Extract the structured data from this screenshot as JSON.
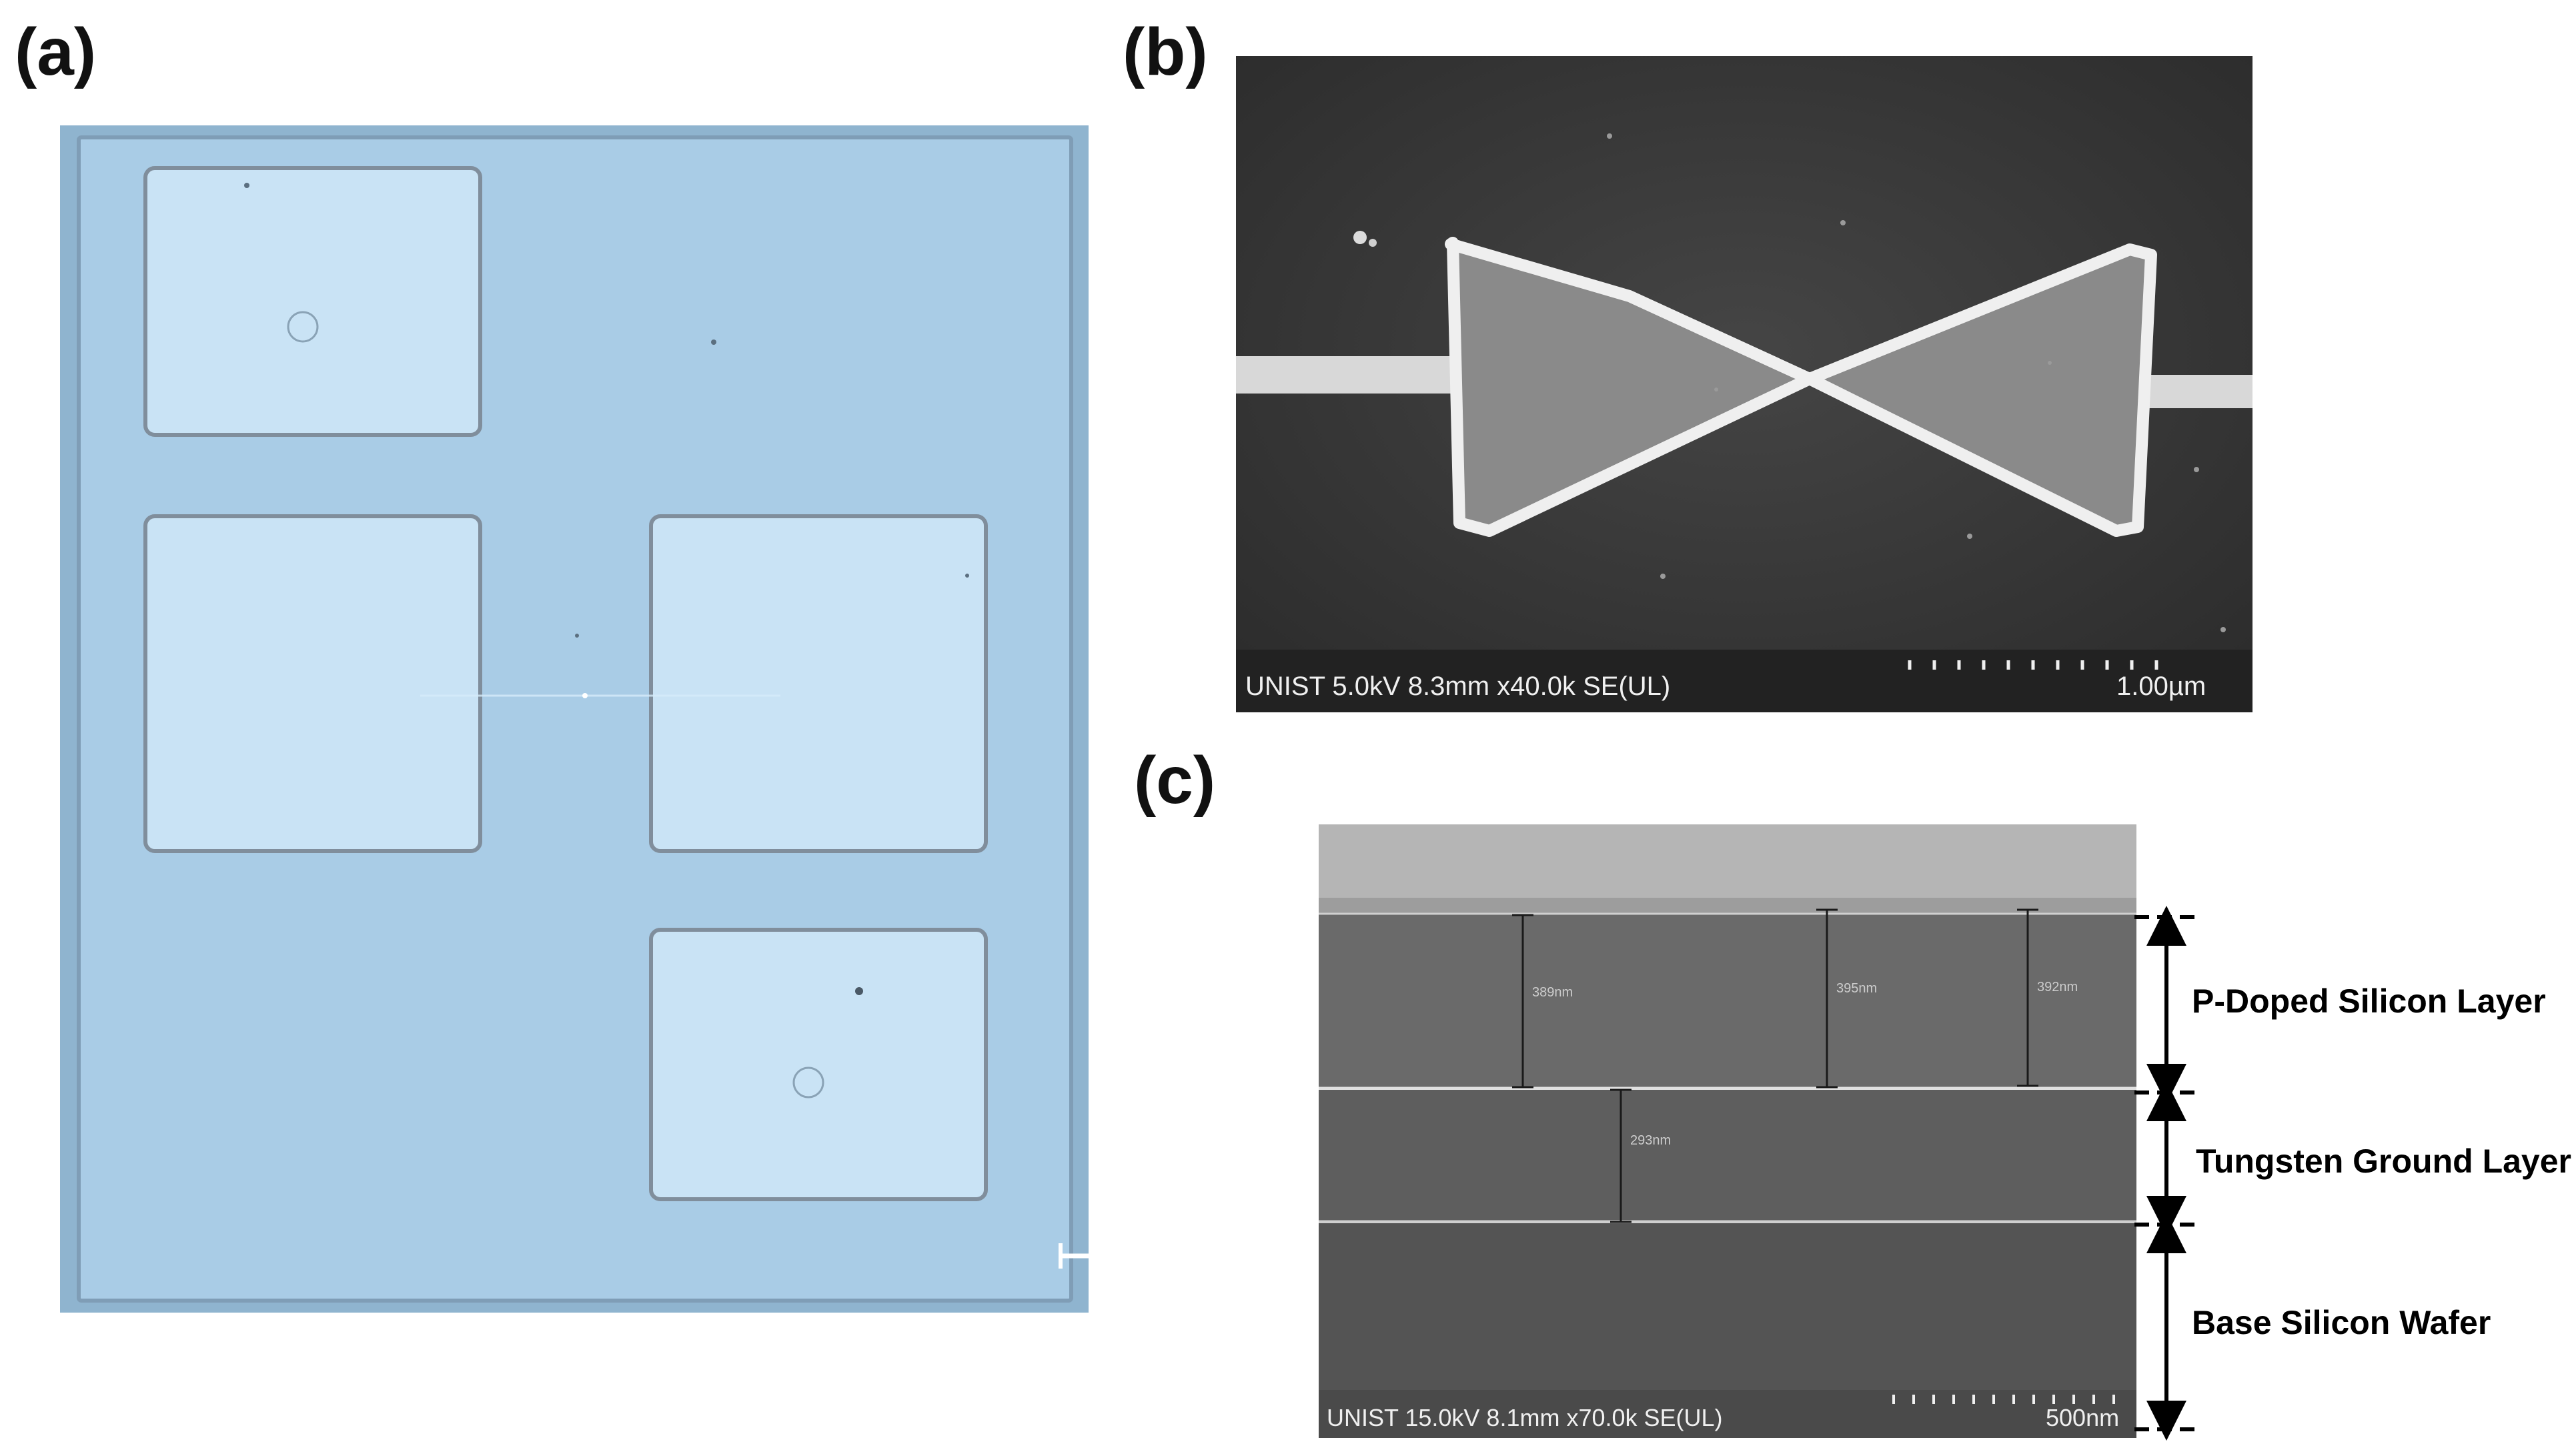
{
  "panels": {
    "a": {
      "label": "(a)"
    },
    "b": {
      "label": "(b)",
      "sem_caption": "UNIST 5.0kV 8.3mm x40.0k SE(UL)",
      "scale_label": "1.00µm"
    },
    "c": {
      "label": "(c)",
      "sem_caption": "UNIST 15.0kV 8.1mm x70.0k SE(UL)",
      "scale_label": "500nm",
      "measurements": [
        "389nm",
        "395nm",
        "392nm",
        "293nm"
      ],
      "layers": [
        "P-Doped Silicon Layer",
        "Tungsten Ground Layer",
        "Base Silicon Wafer"
      ]
    }
  },
  "colors": {
    "optical_bg": "#a9cce6",
    "optical_pad": "#c9e3f5",
    "sem_dark": "#3a3a3a",
    "sem_bright": "#e6e6e6"
  }
}
